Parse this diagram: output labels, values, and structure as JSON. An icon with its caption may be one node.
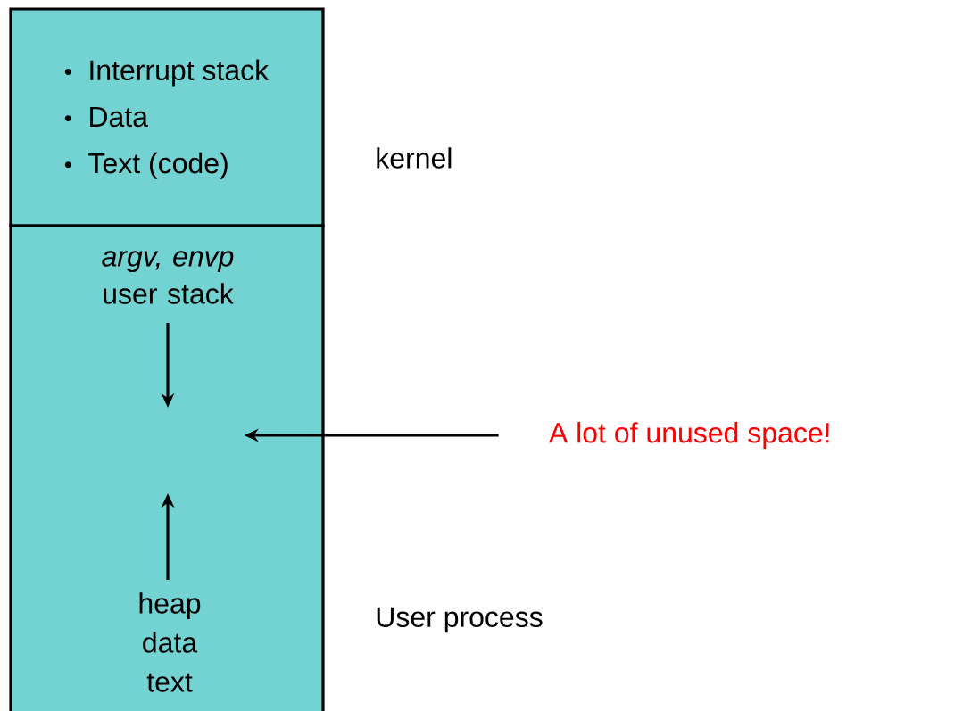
{
  "diagram": {
    "nodes": [
      {
        "text": [
          "Interrupt stack",
          "Data",
          "Text (code)"
        ],
        "beside": [
          "kernel"
        ]
      },
      {
        "text": [
          "*argv, envp* user stack",
          "heap data text"
        ],
        "beside": [
          "User process"
        ]
      },
      {
        "text": [
          "A lot of unused space!"
        ]
      }
    ],
    "edges": [
      {
        "from": 2,
        "to": 1,
        "arrow": "to"
      }
    ]
  }
}
